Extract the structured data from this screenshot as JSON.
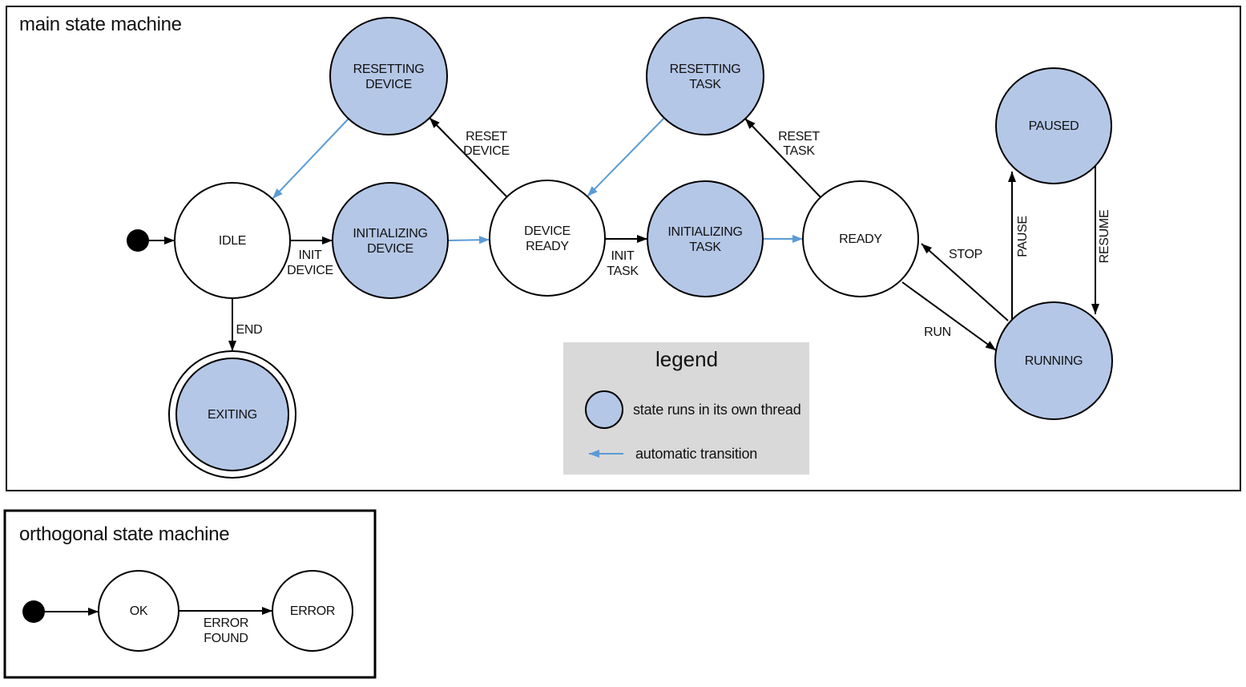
{
  "colors": {
    "state_thread_fill": "#b5c7e7",
    "auto_transition_blue": "#5b9bd5",
    "legend_background": "#d9d9d9",
    "line_stroke": "#000000"
  },
  "main_machine": {
    "title": "main state machine",
    "states": {
      "idle": {
        "label": "IDLE"
      },
      "initializing_device": {
        "line1": "INITIALIZING",
        "line2": "DEVICE"
      },
      "device_ready": {
        "line1": "DEVICE",
        "line2": "READY"
      },
      "initializing_task": {
        "line1": "INITIALIZING",
        "line2": "TASK"
      },
      "ready": {
        "label": "READY"
      },
      "resetting_device": {
        "line1": "RESETTING",
        "line2": "DEVICE"
      },
      "resetting_task": {
        "line1": "RESETTING",
        "line2": "TASK"
      },
      "paused": {
        "label": "PAUSED"
      },
      "running": {
        "label": "RUNNING"
      },
      "exiting": {
        "label": "EXITING"
      }
    },
    "transitions": {
      "init_device": {
        "line1": "INIT",
        "line2": "DEVICE"
      },
      "init_task": {
        "line1": "INIT",
        "line2": "TASK"
      },
      "reset_device": {
        "line1": "RESET",
        "line2": "DEVICE"
      },
      "reset_task": {
        "line1": "RESET",
        "line2": "TASK"
      },
      "end": {
        "label": "END"
      },
      "run": {
        "label": "RUN"
      },
      "stop": {
        "label": "STOP"
      },
      "pause": {
        "label": "PAUSE"
      },
      "resume": {
        "label": "RESUME"
      }
    }
  },
  "legend": {
    "title": "legend",
    "thread_state_label": "state runs in its own thread",
    "auto_transition_label": "automatic transition"
  },
  "orthogonal_machine": {
    "title": "orthogonal state machine",
    "states": {
      "ok": {
        "label": "OK"
      },
      "error": {
        "label": "ERROR"
      }
    },
    "transitions": {
      "error_found": {
        "line1": "ERROR",
        "line2": "FOUND"
      }
    }
  }
}
